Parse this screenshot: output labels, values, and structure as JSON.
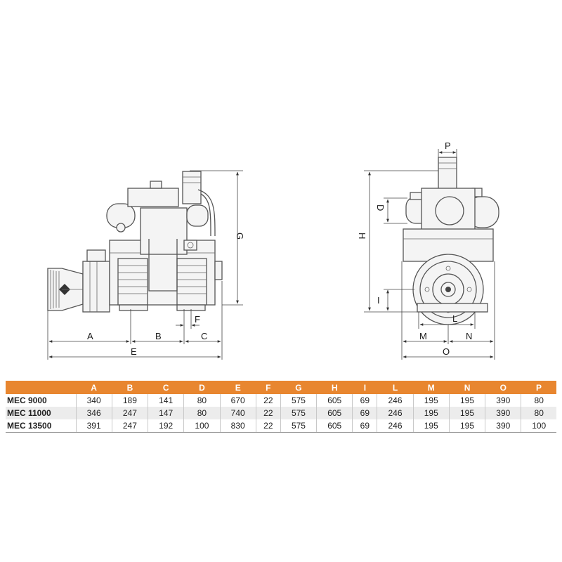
{
  "drawing": {
    "labels": {
      "A": "A",
      "B": "B",
      "C": "C",
      "D": "D",
      "E": "E",
      "F": "F",
      "G": "G",
      "H": "H",
      "I": "I",
      "L": "L",
      "M": "M",
      "N": "N",
      "O": "O",
      "P": "P"
    }
  },
  "table": {
    "columns": [
      "A",
      "B",
      "C",
      "D",
      "E",
      "F",
      "G",
      "H",
      "I",
      "L",
      "M",
      "N",
      "O",
      "P"
    ],
    "rows": [
      {
        "model": "MEC 9000",
        "values": [
          "340",
          "189",
          "141",
          "80",
          "670",
          "22",
          "575",
          "605",
          "69",
          "246",
          "195",
          "195",
          "390",
          "80"
        ]
      },
      {
        "model": "MEC 11000",
        "values": [
          "346",
          "247",
          "147",
          "80",
          "740",
          "22",
          "575",
          "605",
          "69",
          "246",
          "195",
          "195",
          "390",
          "80"
        ]
      },
      {
        "model": "MEC 13500",
        "values": [
          "391",
          "247",
          "192",
          "100",
          "830",
          "22",
          "575",
          "605",
          "69",
          "246",
          "195",
          "195",
          "390",
          "100"
        ]
      }
    ]
  }
}
